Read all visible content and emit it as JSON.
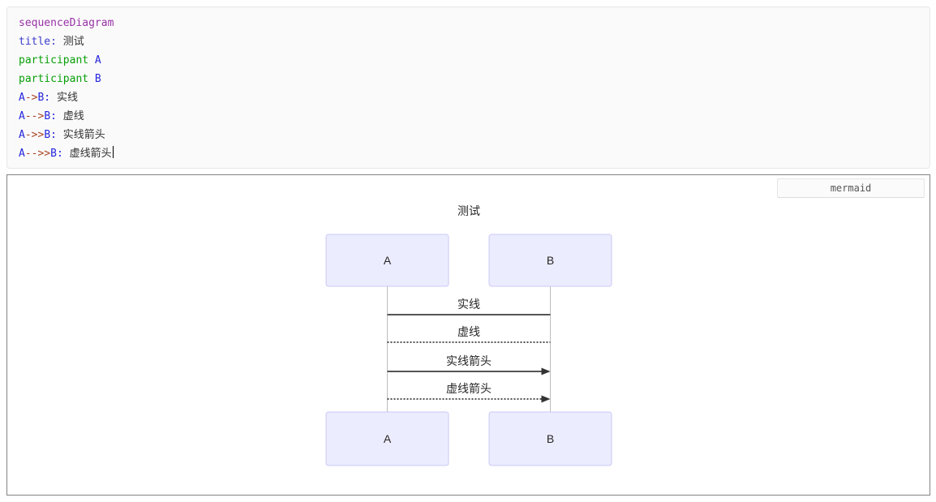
{
  "colors": {
    "syntax_keyword": "#9932a8",
    "syntax_title_keyword": "#3b3bce",
    "syntax_participant_keyword": "#08a008",
    "syntax_entity": "#2525dd",
    "syntax_operator": "#aa4422",
    "syntax_plain": "#333333",
    "code_block_bg": "#fafafa",
    "panel_border": "#828282",
    "actor_fill": "#ececff",
    "actor_border": "#c9c9f4",
    "lifeline": "#bdbdbd",
    "message_line": "#555555"
  },
  "code_block": {
    "caret_line": 7,
    "lines": [
      [
        [
          "keyword",
          "sequenceDiagram"
        ]
      ],
      [
        [
          "title",
          "title: "
        ],
        [
          "plain",
          "测试"
        ]
      ],
      [
        [
          "participant",
          "participant "
        ],
        [
          "entity",
          "A"
        ]
      ],
      [
        [
          "participant",
          "participant "
        ],
        [
          "entity",
          "B"
        ]
      ],
      [
        [
          "entity",
          "A"
        ],
        [
          "operator",
          "->"
        ],
        [
          "entity",
          "B:"
        ],
        [
          "plain",
          " 实线"
        ]
      ],
      [
        [
          "entity",
          "A"
        ],
        [
          "operator",
          "-->"
        ],
        [
          "entity",
          "B:"
        ],
        [
          "plain",
          " 虚线"
        ]
      ],
      [
        [
          "entity",
          "A"
        ],
        [
          "operator",
          "->>"
        ],
        [
          "entity",
          "B:"
        ],
        [
          "plain",
          " 实线箭头"
        ]
      ],
      [
        [
          "entity",
          "A"
        ],
        [
          "operator",
          "-->>"
        ],
        [
          "entity",
          "B:"
        ],
        [
          "plain",
          " 虚线箭头"
        ]
      ]
    ]
  },
  "panel": {
    "language_label": "mermaid"
  },
  "diagram": {
    "title": "测试",
    "participants": [
      "A",
      "B"
    ],
    "messages": [
      {
        "label": "实线",
        "line": "solid",
        "arrowhead": false
      },
      {
        "label": "虚线",
        "line": "dotted",
        "arrowhead": false
      },
      {
        "label": "实线箭头",
        "line": "solid",
        "arrowhead": true
      },
      {
        "label": "虚线箭头",
        "line": "dotted",
        "arrowhead": true
      }
    ]
  }
}
